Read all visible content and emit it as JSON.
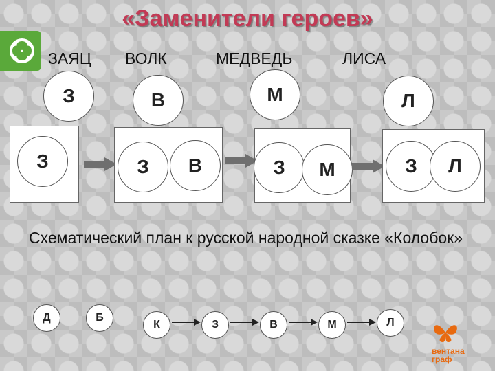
{
  "title": "«Заменители героев»",
  "characters": [
    "ЗАЯЦ",
    "ВОЛК",
    "МЕДВЕДЬ",
    "ЛИСА"
  ],
  "symbols_top": [
    "З",
    "В",
    "М",
    "Л"
  ],
  "boxes": [
    [
      "З"
    ],
    [
      "З",
      "В"
    ],
    [
      "З",
      "М"
    ],
    [
      "З",
      "Л"
    ]
  ],
  "caption": "Схематический план к русской народной сказке «Колобок»",
  "chain": [
    "Д",
    "Б",
    "К",
    "З",
    "В",
    "М",
    "Л"
  ],
  "brand": {
    "line1": "вентана",
    "line2": "граф",
    "logo_color": "#e86a10",
    "accent": "#5aa93a"
  }
}
